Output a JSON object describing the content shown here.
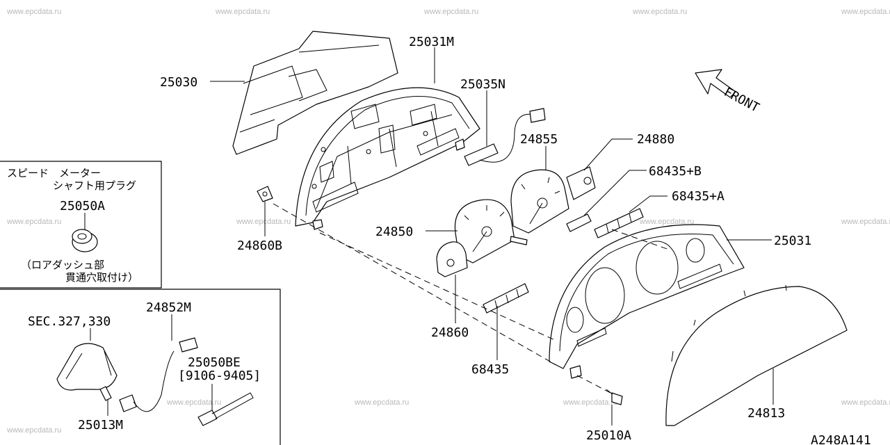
{
  "watermark": "www.epcdata.ru",
  "diagram_code": "A248A141",
  "front_label": "FRONT",
  "parts": {
    "p25030": "25030",
    "p25031M": "25031M",
    "p25035N": "25035N",
    "p24855": "24855",
    "p24880": "24880",
    "p68435B": "68435+B",
    "p68435A": "68435+A",
    "p25031": "25031",
    "p24850": "24850",
    "p24860B": "24860B",
    "p24860": "24860",
    "p68435": "68435",
    "p24813": "24813",
    "p25010A": "25010A"
  },
  "inset_plug": {
    "title_line1": "スピード　メーター",
    "title_line2": "シャフト用プラグ",
    "part": "25050A",
    "note_line1": "（ロアダッシュ部",
    "note_line2": "貫通穴取付け）"
  },
  "inset_sensor": {
    "sec": "SEC.327,330",
    "p24852M": "24852M",
    "p25050BE": "25050BE",
    "range": "[9106-9405]",
    "p25013M": "25013M"
  }
}
